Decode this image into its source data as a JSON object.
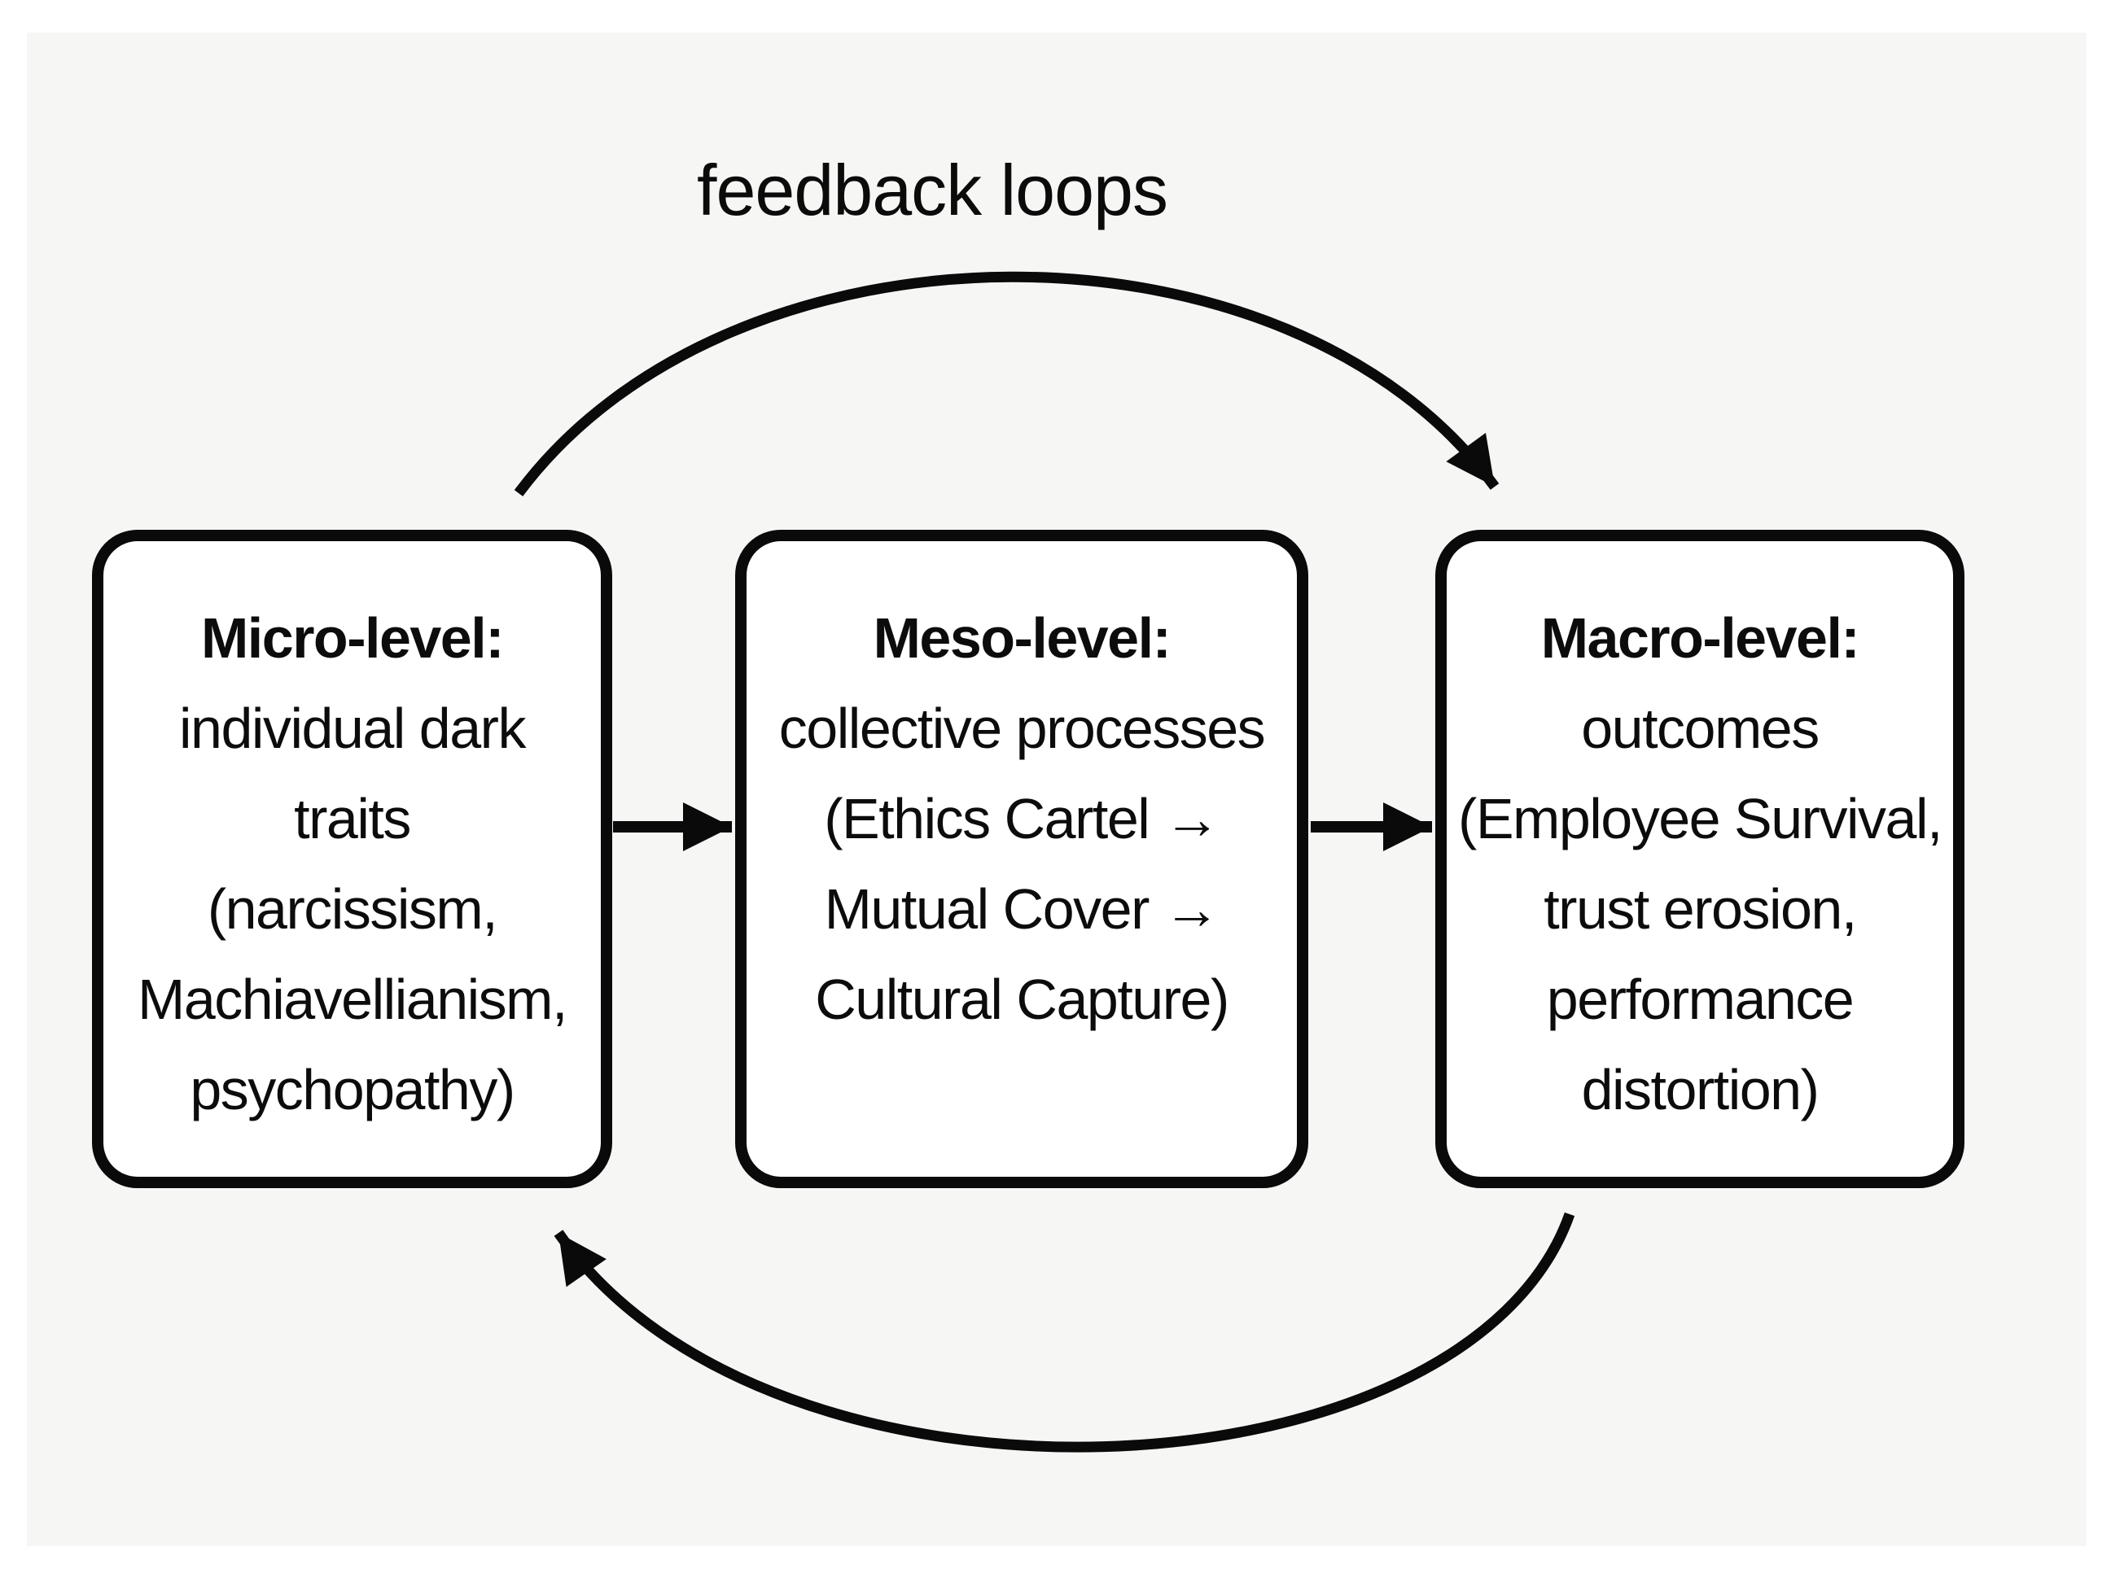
{
  "feedback_label": "feedback loops",
  "boxes": [
    {
      "id": "micro",
      "title": "Micro-level:",
      "lines": [
        "individual dark",
        "traits",
        "(narcissism,",
        "Machiavellianism,",
        "psychopathy)"
      ]
    },
    {
      "id": "meso",
      "title": "Meso-level:",
      "lines": [
        "collective processes",
        "(Ethics Cartel →",
        "Mutual Cover →",
        "Cultural Capture)"
      ]
    },
    {
      "id": "macro",
      "title": "Macro-level:",
      "lines": [
        "outcomes",
        "(Employee Survival,",
        "trust erosion,",
        "performance",
        "distortion)"
      ]
    }
  ],
  "arrows": [
    {
      "id": "micro-to-meso",
      "from": "Micro-level",
      "to": "Meso-level",
      "style": "straight"
    },
    {
      "id": "meso-to-macro",
      "from": "Meso-level",
      "to": "Macro-level",
      "style": "straight"
    },
    {
      "id": "top-feedback",
      "from": "Micro-level",
      "to": "Macro-level",
      "style": "curved-over-top",
      "label": "feedback loops"
    },
    {
      "id": "bottom-feedback",
      "from": "Macro-level",
      "to": "Micro-level",
      "style": "curved-under-bottom"
    }
  ],
  "colors": {
    "page_margin": "#ffffff",
    "canvas_background": "#f6f6f4",
    "box_fill": "#ffffff",
    "line_and_text": "#0b0b0b"
  }
}
